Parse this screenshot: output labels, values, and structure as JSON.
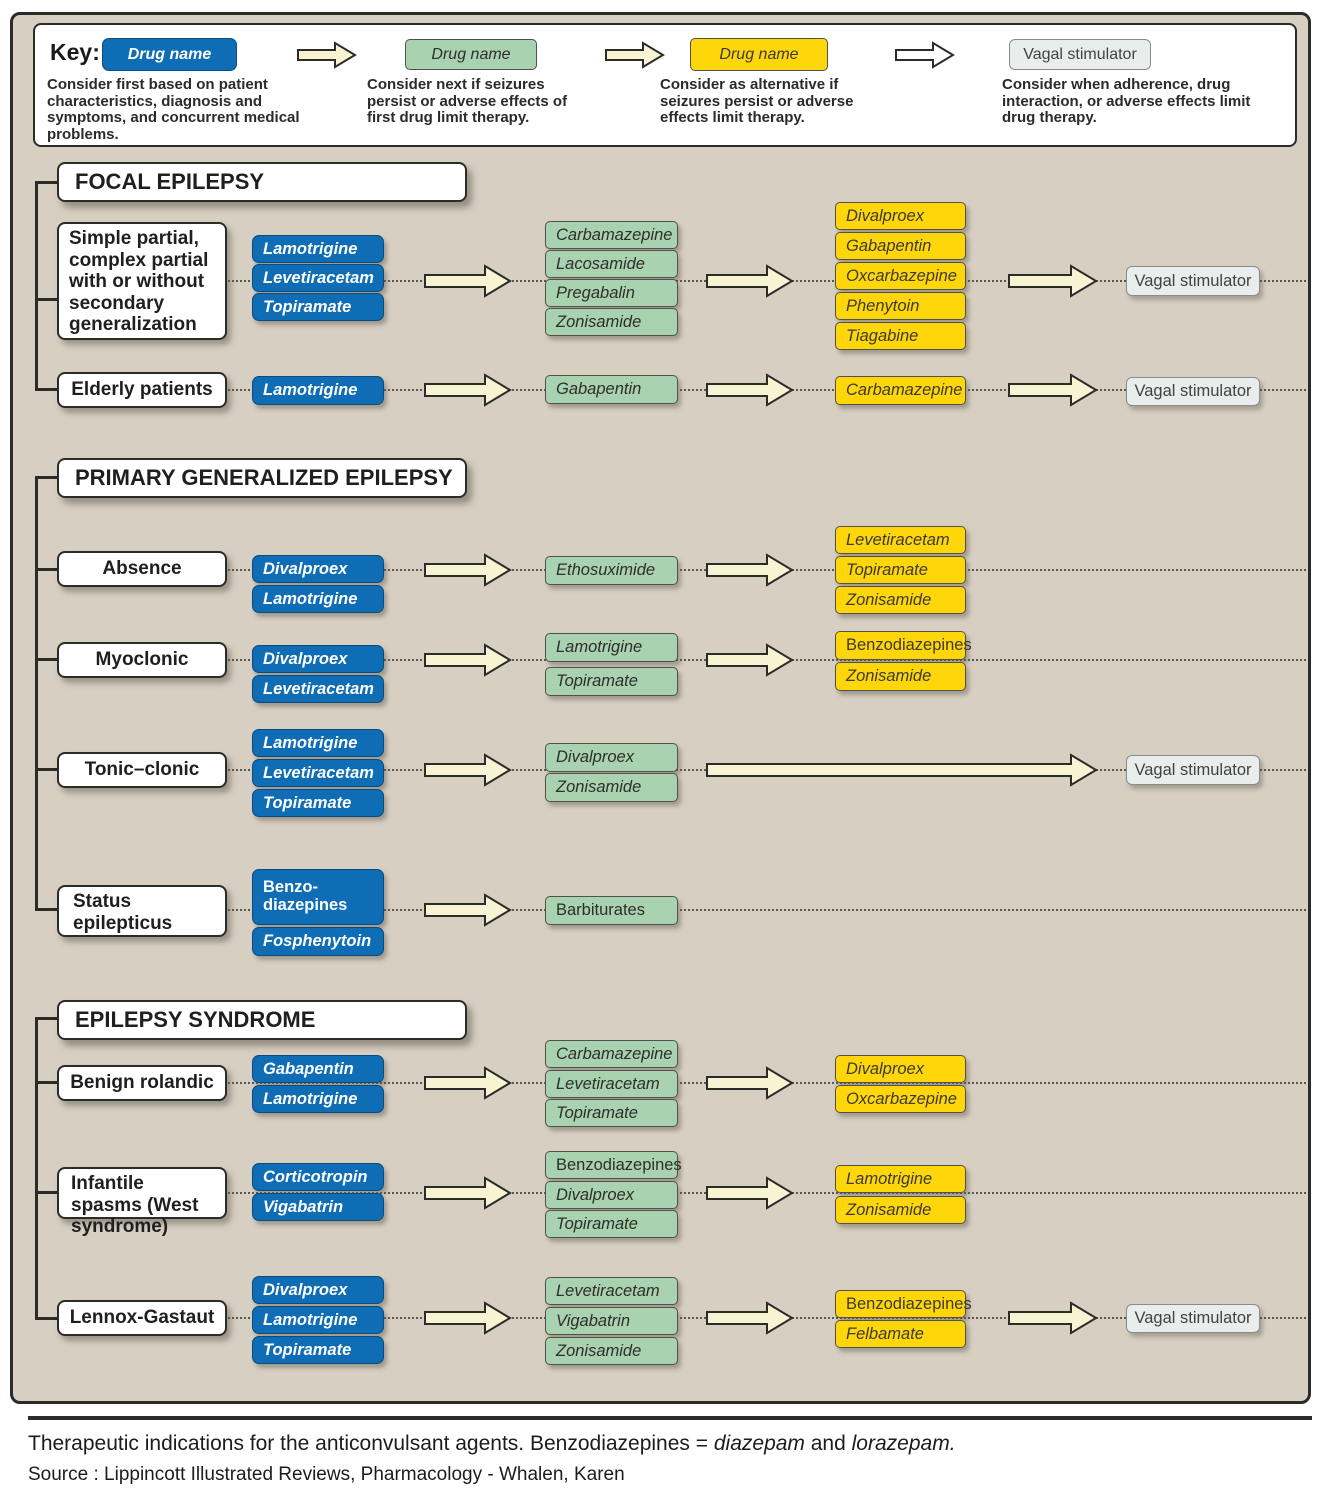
{
  "key": {
    "label": "Key:",
    "levels": [
      {
        "chip": "Drug name",
        "desc": "Consider first based on patient characteristics, diagnosis and symptoms, and concurrent medical problems."
      },
      {
        "chip": "Drug name",
        "desc": "Consider next if seizures persist or adverse effects of first drug limit therapy."
      },
      {
        "chip": "Drug name",
        "desc": "Consider as alternative if seizures persist or adverse effects limit therapy."
      },
      {
        "chip": "Vagal stimulator",
        "desc": "Consider when adherence, drug interaction, or adverse effects limit drug therapy."
      }
    ]
  },
  "colors": {
    "first_choice": "#0E6DB4",
    "second_choice": "#A9D2B0",
    "alternative": "#FFD60A",
    "device": "#E9EDEC",
    "arrow_fill": "#F8F3D3",
    "diagram_background": "#D7CFC2"
  },
  "sections": [
    {
      "title": "FOCAL EPILEPSY",
      "rows": [
        {
          "condition": "Simple partial, complex partial with or without secondary generalization",
          "first": [
            "Lamotrigine",
            "Levetiracetam",
            "Topiramate"
          ],
          "second": [
            "Carbamazepine",
            "Lacosamide",
            "Pregabalin",
            "Zonisamide"
          ],
          "third": [
            "Divalproex",
            "Gabapentin",
            "Oxcarbazepine",
            "Phenytoin",
            "Tiagabine"
          ],
          "fourth": "Vagal stimulator"
        },
        {
          "condition": "Elderly patients",
          "first": [
            "Lamotrigine"
          ],
          "second": [
            "Gabapentin"
          ],
          "third": [
            "Carbamazepine"
          ],
          "fourth": "Vagal stimulator"
        }
      ]
    },
    {
      "title": "PRIMARY GENERALIZED EPILEPSY",
      "rows": [
        {
          "condition": "Absence",
          "first": [
            "Divalproex",
            "Lamotrigine"
          ],
          "second": [
            "Ethosuximide"
          ],
          "third": [
            "Levetiracetam",
            "Topiramate",
            "Zonisamide"
          ]
        },
        {
          "condition": "Myoclonic",
          "first": [
            "Divalproex",
            "Levetiracetam"
          ],
          "second": [
            "Lamotrigine",
            "Topiramate"
          ],
          "third": [
            "Benzodiazepines",
            "Zonisamide"
          ]
        },
        {
          "condition": "Tonic–clonic",
          "first": [
            "Lamotrigine",
            "Levetiracetam",
            "Topiramate"
          ],
          "second": [
            "Divalproex",
            "Zonisamide"
          ],
          "fourth": "Vagal stimulator"
        },
        {
          "condition": "Status epilepticus",
          "first": [
            "Benzo-\ndiazepines",
            "Fosphenytoin"
          ],
          "second": [
            "Barbiturates"
          ]
        }
      ]
    },
    {
      "title": "EPILEPSY SYNDROME",
      "rows": [
        {
          "condition": "Benign rolandic",
          "first": [
            "Gabapentin",
            "Lamotrigine"
          ],
          "second": [
            "Carbamazepine",
            "Levetiracetam",
            "Topiramate"
          ],
          "third": [
            "Divalproex",
            "Oxcarbazepine"
          ]
        },
        {
          "condition": "Infantile spasms (West syndrome)",
          "first": [
            "Corticotropin",
            "Vigabatrin"
          ],
          "second": [
            "Benzodiazepines",
            "Divalproex",
            "Topiramate"
          ],
          "third": [
            "Lamotrigine",
            "Zonisamide"
          ]
        },
        {
          "condition": "Lennox-Gastaut",
          "first": [
            "Divalproex",
            "Lamotrigine",
            "Topiramate"
          ],
          "second": [
            "Levetiracetam",
            "Vigabatrin",
            "Zonisamide"
          ],
          "third": [
            "Benzodiazepines",
            "Felbamate"
          ],
          "fourth": "Vagal stimulator"
        }
      ]
    }
  ],
  "caption": {
    "main_prefix": "Therapeutic indications for the anticonvulsant agents. Benzodiazepines = ",
    "drug1": "diazepam",
    "connector": " and ",
    "drug2": "lorazepam.",
    "source": "Source : Lippincott Illustrated Reviews, Pharmacology - Whalen, Karen"
  }
}
